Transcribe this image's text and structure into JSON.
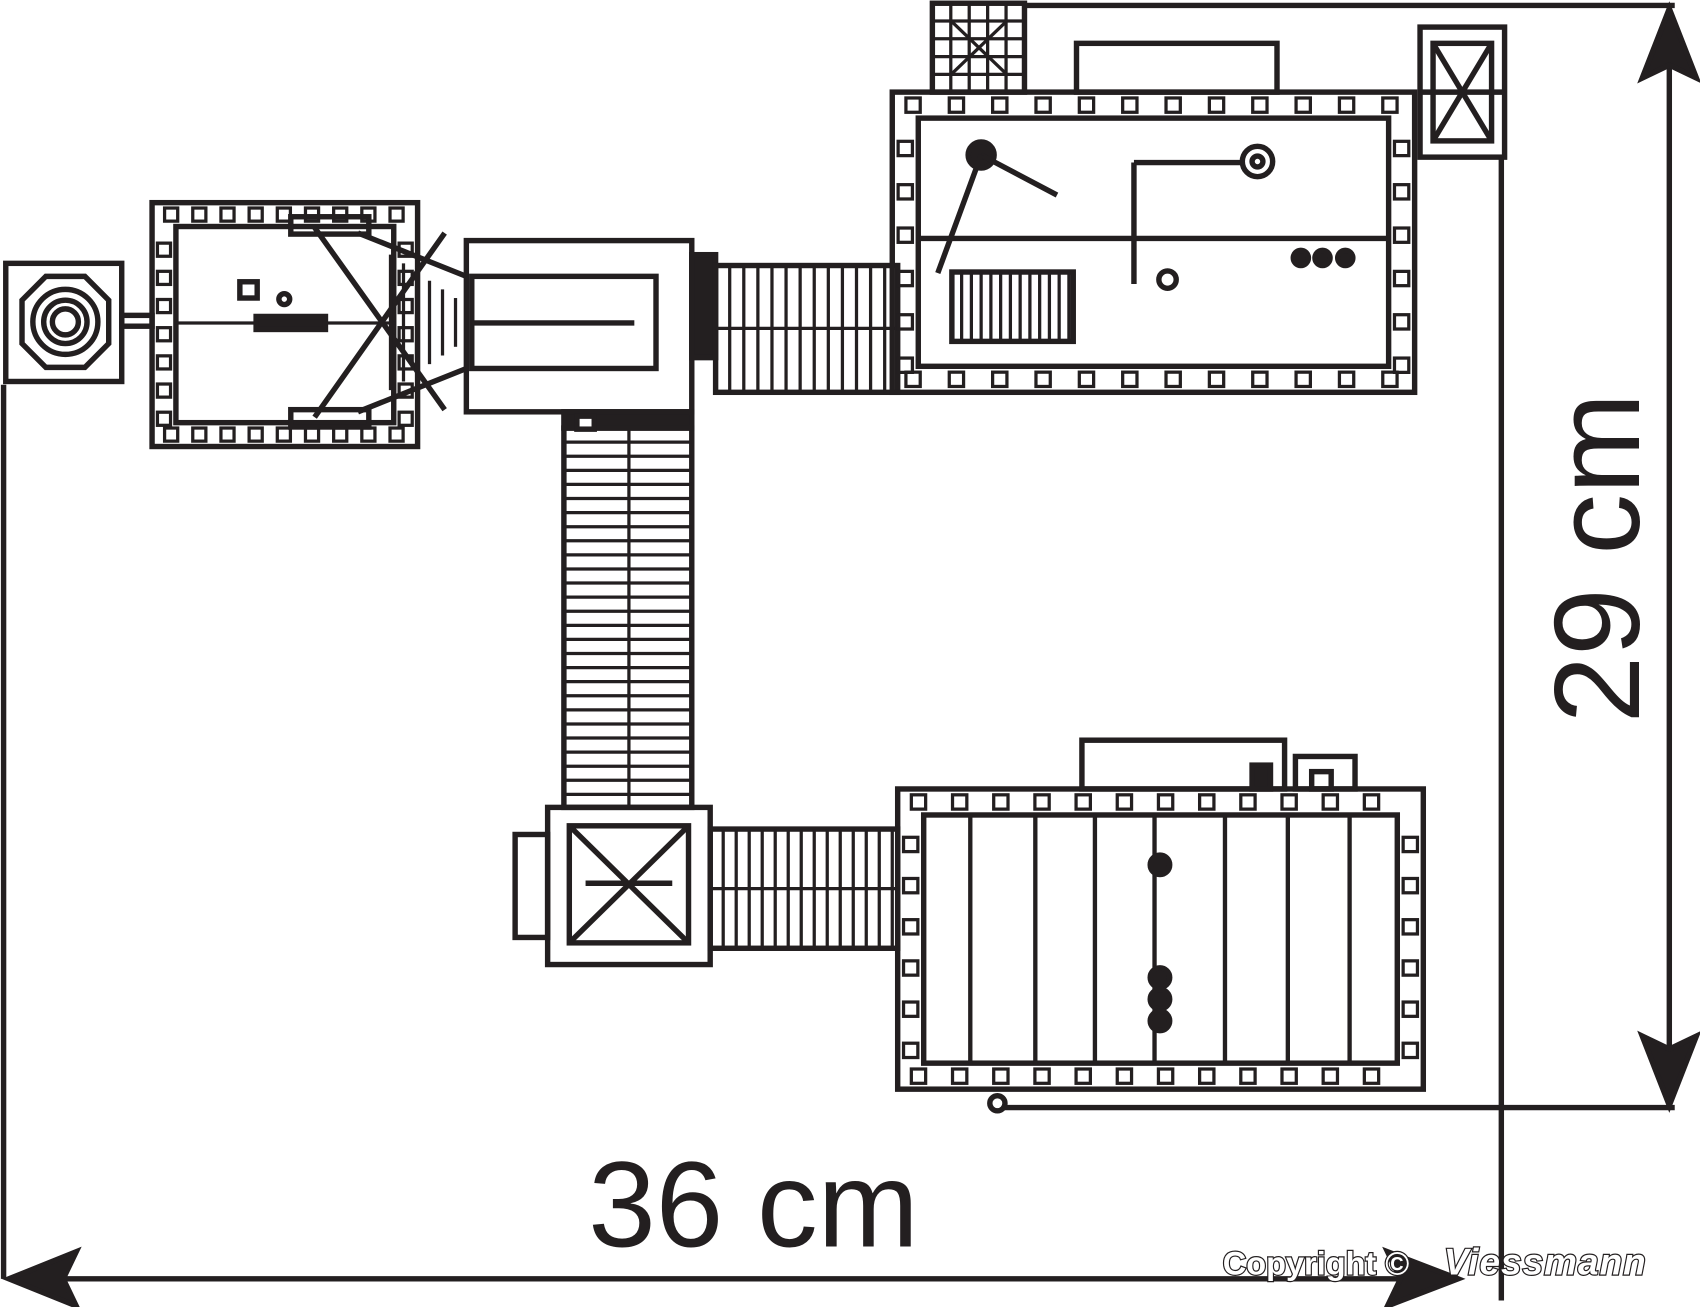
{
  "diagram": {
    "title": "Layout footprint",
    "width_label": "36 cm",
    "height_label": "29 cm",
    "copyright": "Copyright ©",
    "brand": "Viessmann",
    "line_color": "#231f20",
    "background": "#ffffff"
  }
}
